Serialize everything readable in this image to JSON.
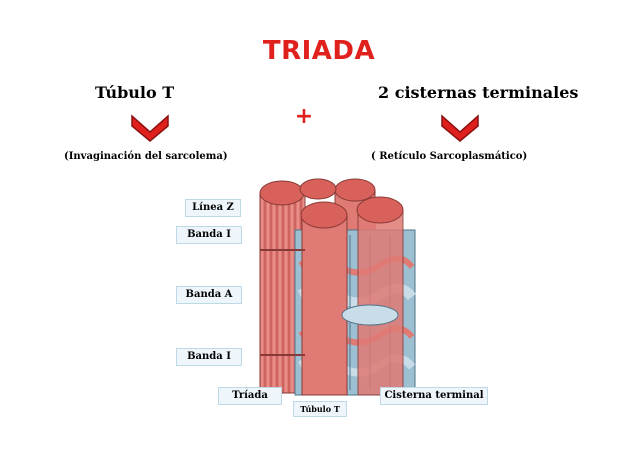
{
  "title": "TRIADA",
  "left": {
    "heading": "Túbulo T",
    "note": "(Invaginación del sarcolema)"
  },
  "right": {
    "heading": "2 cisternas terminales",
    "note": "( Retículo Sarcoplasmático)"
  },
  "plus": "+",
  "labels": {
    "linea_z": "Línea Z",
    "banda_i_top": "Banda I",
    "banda_a": "Banda A",
    "banda_i_bottom": "Banda I",
    "triada": "Tríada",
    "tubulo_t": "Túbulo T",
    "cisterna_terminal": "Cisterna terminal"
  },
  "colors": {
    "accent": "#e0201c",
    "fiber": "#e07a74",
    "reticulum": "#7fa6bd",
    "label_bg": "#eef6fb"
  }
}
